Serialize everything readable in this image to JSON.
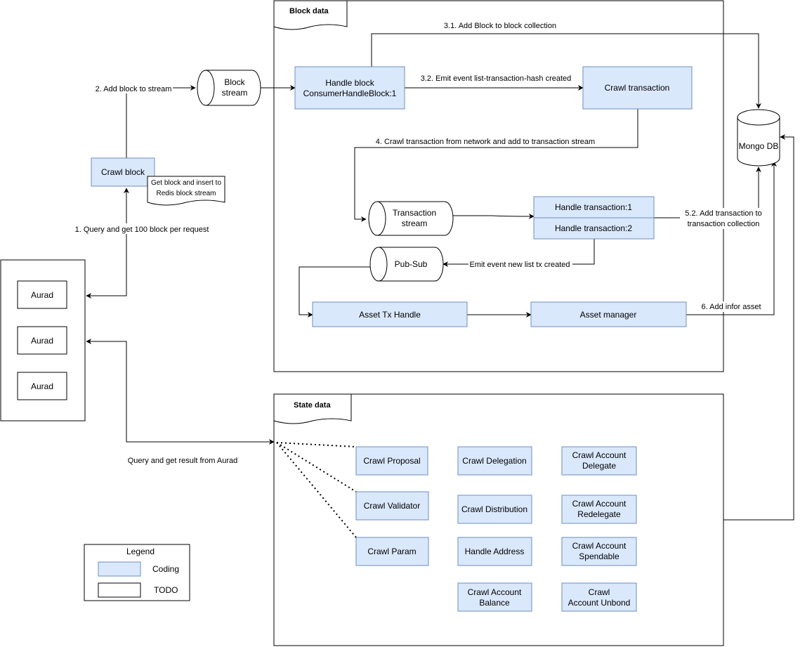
{
  "containers": {
    "block_data": "Block data",
    "state_data": "State data"
  },
  "nodes": {
    "handle_block": [
      "Handle block",
      "ConsumerHandleBlock:1"
    ],
    "crawl_transaction": "Crawl transaction",
    "crawl_block": "Crawl block",
    "crawl_block_note": [
      "Get block and insert to",
      "Redis block stream"
    ],
    "block_stream": [
      "Block",
      "stream"
    ],
    "transaction_stream": [
      "Transaction",
      "stream"
    ],
    "pub_sub": "Pub-Sub",
    "mongo_db": "Mongo DB",
    "handle_transaction_1": "Handle transaction:1",
    "handle_transaction_2": "Handle transaction:2",
    "asset_tx_handle": "Asset Tx Handle",
    "asset_manager": "Asset manager",
    "aurad": [
      "Aurad",
      "Aurad",
      "Aurad"
    ],
    "crawl_proposal": "Crawl Proposal",
    "crawl_validator": "Crawl Validator",
    "crawl_param": "Crawl Param",
    "crawl_delegation": "Crawl Delegation",
    "crawl_distribution": "Crawl Distribution",
    "handle_address": "Handle Address",
    "crawl_account_balance": [
      "Crawl Account",
      "Balance"
    ],
    "crawl_account_delegate": [
      "Crawl Account",
      "Delegate"
    ],
    "crawl_account_redelegate": [
      "Crawl Account",
      "Redelegate"
    ],
    "crawl_account_spendable": [
      "Crawl Account",
      "Spendable"
    ],
    "crawl_account_unbond": [
      "Crawl",
      "Account Unbond"
    ]
  },
  "edges": {
    "step_1": "1. Query and get 100 block per request",
    "step_2": "2. Add block to stream",
    "step_3_1": "3.1. Add Block to block collection",
    "step_3_2": "3.2. Emit event list-transaction-hash created",
    "step_4": "4. Crawl transaction from network and add to transaction stream",
    "step_5_2": [
      "5.2. Add transaction to",
      "transaction collection"
    ],
    "emit_new_list_tx": "Emit event new list tx created",
    "step_6": "6. Add infor asset",
    "query_aurad": "Query and get result from Aurad"
  },
  "legend": {
    "title": "Legend",
    "coding": "Coding",
    "todo": "TODO"
  },
  "colors": {
    "coding_fill": "#dae8fc",
    "coding_stroke": "#6c8ebf",
    "line": "#000000"
  }
}
